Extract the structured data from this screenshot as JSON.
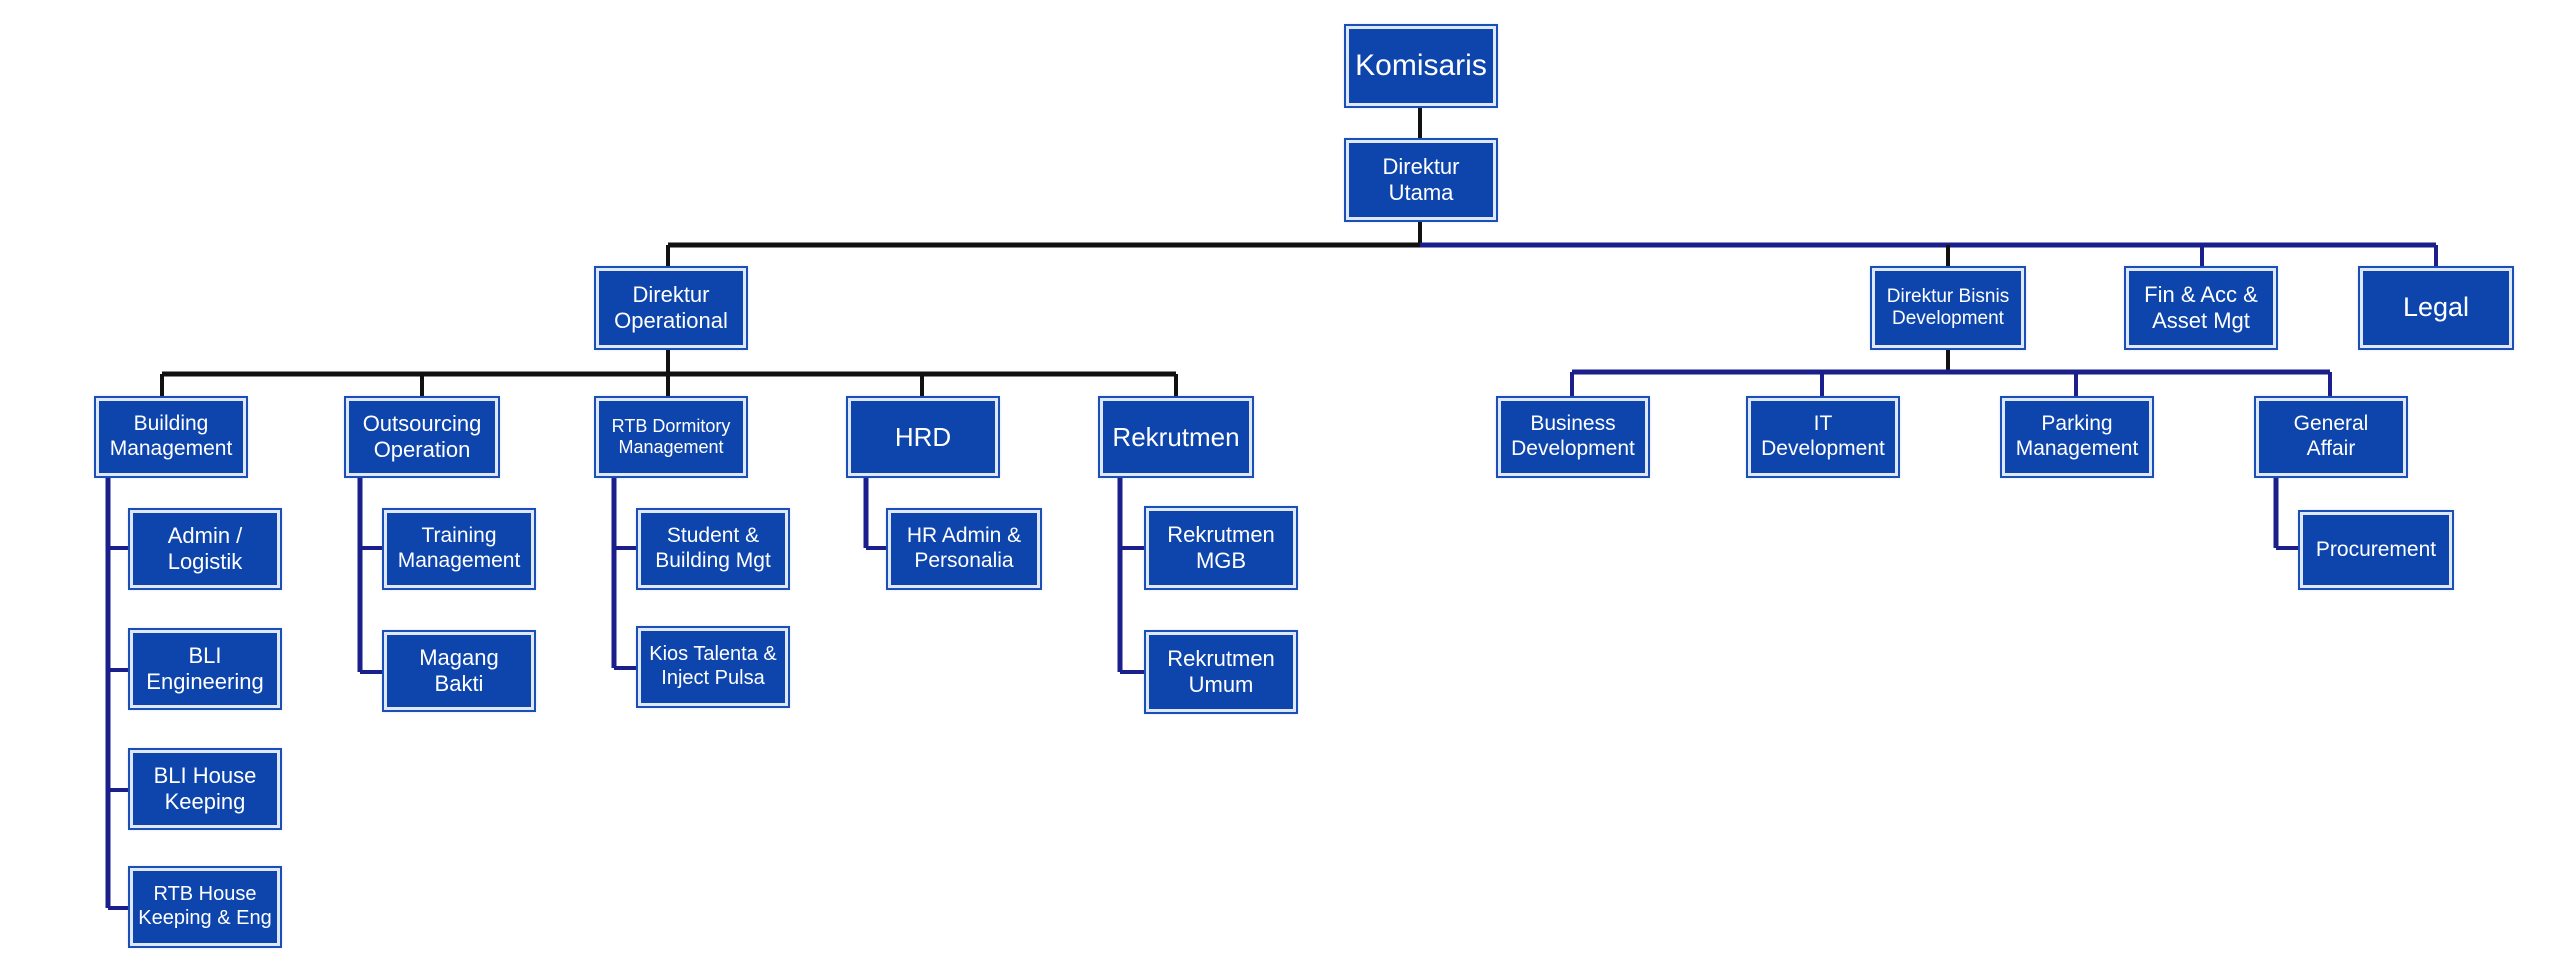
{
  "colors": {
    "box_fill": "#0d45ad",
    "box_border": "#dfe8f8",
    "box_text": "#ffffff",
    "connector_dark": "#111111",
    "connector_blue": "#1a1f8c"
  },
  "org": {
    "komisaris": "Komisaris",
    "direktur_utama": "Direktur\nUtama",
    "operational": {
      "title": "Direktur\nOperational",
      "building_management": {
        "title": "Building\nManagement",
        "items": [
          "Admin /\nLogistik",
          "BLI\nEngineering",
          "BLI House\nKeeping",
          "RTB House\nKeeping & Eng"
        ]
      },
      "outsourcing": {
        "title": "Outsourcing\nOperation",
        "items": [
          "Training\nManagement",
          "Magang\nBakti"
        ]
      },
      "rtb_dormitory": {
        "title": "RTB Dormitory\nManagement",
        "items": [
          "Student &\nBuilding Mgt",
          "Kios Talenta &\nInject Pulsa"
        ]
      },
      "hrd": {
        "title": "HRD",
        "items": [
          "HR Admin &\nPersonalia"
        ]
      },
      "rekrutmen": {
        "title": "Rekrutmen",
        "items": [
          "Rekrutmen\nMGB",
          "Rekrutmen\nUmum"
        ]
      }
    },
    "bisnis": {
      "title": "Direktur Bisnis\nDevelopment",
      "business_development": "Business\nDevelopment",
      "it_development": "IT\nDevelopment",
      "parking_management": "Parking\nManagement",
      "general_affair": {
        "title": "General\nAffair",
        "items": [
          "Procurement"
        ]
      }
    },
    "fin_acc": "Fin & Acc &\nAsset Mgt",
    "legal": "Legal"
  }
}
